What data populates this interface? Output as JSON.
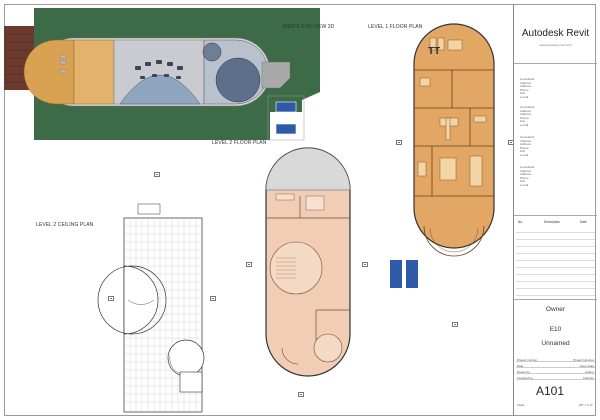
{
  "views": {
    "birds_eye": "BIRD'S EYE VIEW 3D",
    "level1": "LEVEL 1 FLOOR PLAN",
    "level2_floor": "LEVEL 2 FLOOR PLAN",
    "level2_ceiling": "LEVEL 2 CEILING PLAN"
  },
  "titleblock": {
    "brand": "Autodesk Revit",
    "brand_sub": "www.autodesk.com/revit",
    "consultants": [
      "Consultant\nAddress\nAddress\nPhone\nFax\ne-mail",
      "Consultant\nAddress\nAddress\nPhone\nFax\ne-mail",
      "Consultant\nAddress\nAddress\nPhone\nFax\ne-mail",
      "Consultant\nAddress\nAddress\nPhone\nFax\ne-mail"
    ],
    "rev_headers": {
      "no": "No.",
      "description": "Description",
      "date": "Date"
    },
    "owner": "Owner",
    "project_number_label": "E10",
    "project_name": "Unnamed",
    "info": [
      {
        "k": "Project number",
        "v": "Project Number"
      },
      {
        "k": "Date",
        "v": "Issue Date"
      },
      {
        "k": "Drawn by",
        "v": "Author"
      },
      {
        "k": "Checked by",
        "v": "Checker"
      }
    ],
    "sheet_number": "A101",
    "scale_label": "Scale",
    "scale_value": "1/8\" = 1'-0\""
  },
  "colors": {
    "grass": "#3d6b47",
    "deck": "#6b3a2e",
    "roof_blue": "#8fa6c0",
    "roof_grey": "#c9cbd0",
    "wood": "#d9a253",
    "floor_orange": "#e2a764",
    "floor_pink": "#f0cdb4",
    "pool_blue": "#2f5aa8"
  }
}
